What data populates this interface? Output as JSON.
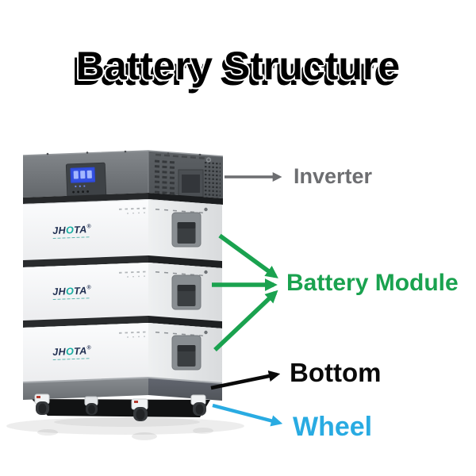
{
  "title": "Battery Structure",
  "device": {
    "brand_parts": [
      "JH",
      "O",
      "TA"
    ],
    "reg_mark": "®",
    "module_count": 3
  },
  "labels": {
    "inverter": {
      "text": "Inverter",
      "color": "#6d6e71"
    },
    "battery_module": {
      "text": "Battery Module",
      "color": "#1aa24f"
    },
    "bottom": {
      "text": "Bottom",
      "color": "#0a0a0a"
    },
    "wheel": {
      "text": "Wheel",
      "color": "#29abe2"
    }
  }
}
